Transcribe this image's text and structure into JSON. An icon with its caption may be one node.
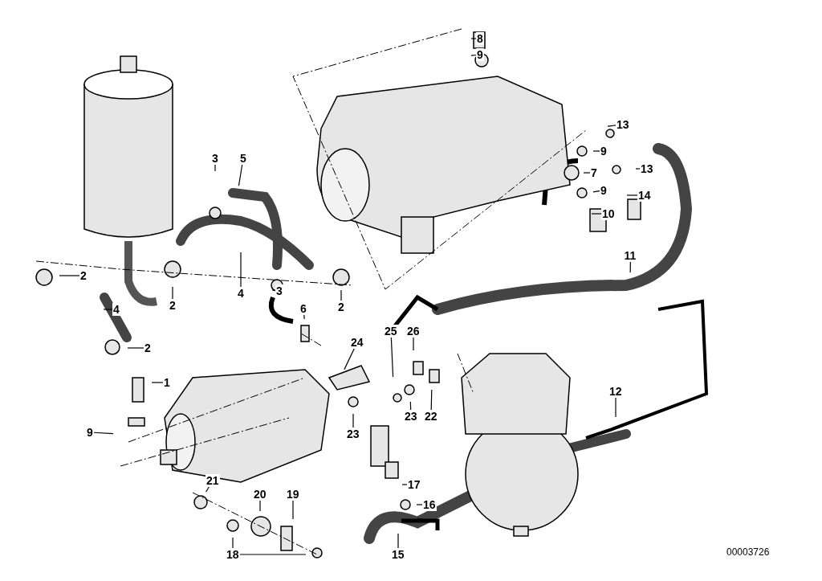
{
  "diagram": {
    "nodes": [
      {
        "text": [
          "8"
        ]
      },
      {
        "text": [
          "9"
        ]
      },
      {
        "text": [
          "13"
        ]
      },
      {
        "text": [
          "9"
        ]
      },
      {
        "text": [
          "7"
        ]
      },
      {
        "text": [
          "13"
        ]
      },
      {
        "text": [
          "9"
        ]
      },
      {
        "text": [
          "14"
        ]
      },
      {
        "text": [
          "10"
        ]
      },
      {
        "text": [
          "11"
        ]
      },
      {
        "text": [
          "3"
        ]
      },
      {
        "text": [
          "5"
        ]
      },
      {
        "text": [
          "2"
        ]
      },
      {
        "text": [
          "2"
        ]
      },
      {
        "text": [
          "4"
        ]
      },
      {
        "text": [
          "3"
        ]
      },
      {
        "text": [
          "2"
        ]
      },
      {
        "text": [
          "6"
        ]
      },
      {
        "text": [
          "4"
        ]
      },
      {
        "text": [
          "2"
        ]
      },
      {
        "text": [
          "1"
        ]
      },
      {
        "text": [
          "24"
        ]
      },
      {
        "text": [
          "25"
        ]
      },
      {
        "text": [
          "26"
        ]
      },
      {
        "text": [
          "9"
        ]
      },
      {
        "text": [
          "23"
        ]
      },
      {
        "text": [
          "23"
        ]
      },
      {
        "text": [
          "22"
        ]
      },
      {
        "text": [
          "12"
        ]
      },
      {
        "text": [
          "21"
        ]
      },
      {
        "text": [
          "20"
        ]
      },
      {
        "text": [
          "19"
        ]
      },
      {
        "text": [
          "17"
        ]
      },
      {
        "text": [
          "16"
        ]
      },
      {
        "text": [
          "18"
        ]
      },
      {
        "text": [
          "15"
        ]
      }
    ],
    "edges": [
      {
        "from": 0,
        "to": null,
        "arrow": "none"
      },
      {
        "from": 1,
        "to": null,
        "arrow": "none"
      },
      {
        "from": 2,
        "to": null,
        "arrow": "none"
      },
      {
        "from": 3,
        "to": null,
        "arrow": "none"
      },
      {
        "from": 4,
        "to": null,
        "arrow": "none"
      },
      {
        "from": 5,
        "to": null,
        "arrow": "none"
      },
      {
        "from": 6,
        "to": null,
        "arrow": "none"
      },
      {
        "from": 7,
        "to": null,
        "arrow": "none"
      },
      {
        "from": 8,
        "to": null,
        "arrow": "none"
      },
      {
        "from": 9,
        "to": null,
        "arrow": "none"
      },
      {
        "from": 10,
        "to": null,
        "arrow": "none"
      },
      {
        "from": 11,
        "to": null,
        "arrow": "none"
      },
      {
        "from": 12,
        "to": null,
        "arrow": "none"
      },
      {
        "from": 13,
        "to": null,
        "arrow": "none"
      },
      {
        "from": 14,
        "to": null,
        "arrow": "none"
      },
      {
        "from": 15,
        "to": null,
        "arrow": "none"
      },
      {
        "from": 16,
        "to": null,
        "arrow": "none"
      },
      {
        "from": 17,
        "to": null,
        "arrow": "none"
      },
      {
        "from": 18,
        "to": null,
        "arrow": "none"
      },
      {
        "from": 19,
        "to": null,
        "arrow": "none"
      },
      {
        "from": 20,
        "to": null,
        "arrow": "none"
      },
      {
        "from": 21,
        "to": null,
        "arrow": "none"
      },
      {
        "from": 22,
        "to": null,
        "arrow": "none"
      },
      {
        "from": 23,
        "to": null,
        "arrow": "none"
      },
      {
        "from": 24,
        "to": null,
        "arrow": "none"
      },
      {
        "from": 25,
        "to": null,
        "arrow": "none"
      },
      {
        "from": 26,
        "to": null,
        "arrow": "none"
      },
      {
        "from": 27,
        "to": null,
        "arrow": "none"
      },
      {
        "from": 28,
        "to": null,
        "arrow": "none"
      },
      {
        "from": 29,
        "to": null,
        "arrow": "none"
      },
      {
        "from": 30,
        "to": null,
        "arrow": "none"
      },
      {
        "from": 31,
        "to": null,
        "arrow": "none"
      },
      {
        "from": 32,
        "to": null,
        "arrow": "none"
      },
      {
        "from": 33,
        "to": null,
        "arrow": "none"
      },
      {
        "from": 34,
        "to": null,
        "arrow": "none"
      },
      {
        "from": 34,
        "to": null,
        "arrow": "none"
      },
      {
        "from": 35,
        "to": null,
        "arrow": "none"
      }
    ],
    "labels": [
      "00003726"
    ]
  }
}
